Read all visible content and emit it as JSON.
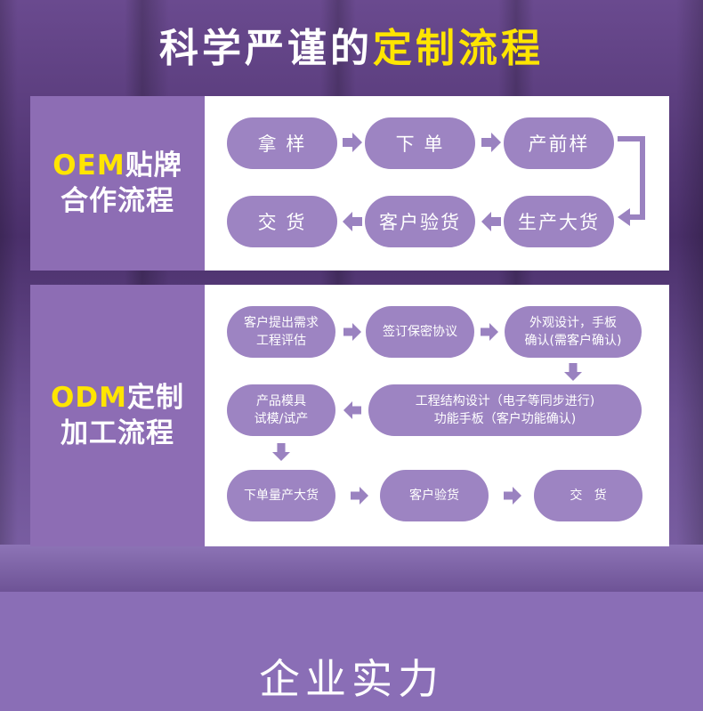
{
  "header": {
    "title_part1": "科学严谨的",
    "title_part2": "定制流程"
  },
  "oem": {
    "label_line1_highlight": "OEM",
    "label_line1_rest": "贴牌",
    "label_line2": "合作流程",
    "steps": [
      "拿 样",
      "下 单",
      "产前样",
      "生产大货",
      "客户验货",
      "交 货"
    ]
  },
  "odm": {
    "label_line1_highlight": "ODM",
    "label_line1_rest": "定制",
    "label_line2": "加工流程",
    "steps": [
      {
        "l1": "客户提出需求",
        "l2": "工程评估"
      },
      {
        "l1": "签订保密协议",
        "l2": ""
      },
      {
        "l1": "外观设计，手板",
        "l2": "确认(需客户确认)"
      },
      {
        "l1": "工程结构设计（电子等同步进行)",
        "l2": "功能手板（客户功能确认)"
      },
      {
        "l1": "产品模具",
        "l2": "试模/试产"
      },
      {
        "l1": "下单量产大货",
        "l2": ""
      },
      {
        "l1": "客户验货",
        "l2": ""
      },
      {
        "l1": "交   货",
        "l2": ""
      }
    ]
  },
  "footer": {
    "title": "企业实力"
  },
  "colors": {
    "accent": "#ffe500",
    "pill": "#9d84c2",
    "panel": "#8d6db4",
    "arrow": "#9a82c0"
  }
}
